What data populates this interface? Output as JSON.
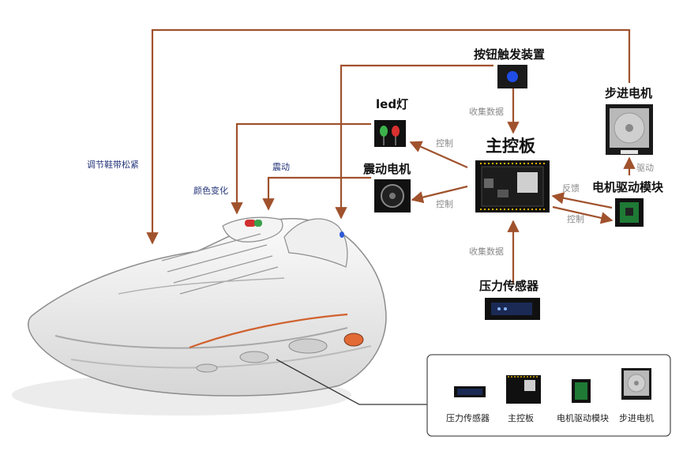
{
  "nodes": {
    "button_device": "按钮触发装置",
    "led": "led灯",
    "vibration_motor": "震动电机",
    "main_board": "主控板",
    "stepper_motor": "步进电机",
    "motor_driver": "电机驱动模块",
    "pressure_sensor": "压力传感器"
  },
  "edges": {
    "collect_data_top": "收集数据",
    "collect_data_bottom": "收集数据",
    "control_led": "控制",
    "control_vibration": "控制",
    "feedback": "反馈",
    "control_driver": "控制",
    "drive": "驱动",
    "adjust_laces": "调节鞋带松紧",
    "color_change": "颜色变化",
    "vibrate": "震动"
  },
  "legend": {
    "items": [
      "压力传感器",
      "主控板",
      "电机驱动模块",
      "步进电机"
    ]
  },
  "colors": {
    "arrow": "#a0522d",
    "edge_label_gray": "#8a8a8a",
    "edge_label_blue": "#25357a",
    "pcb_green": "#1e7a35"
  }
}
